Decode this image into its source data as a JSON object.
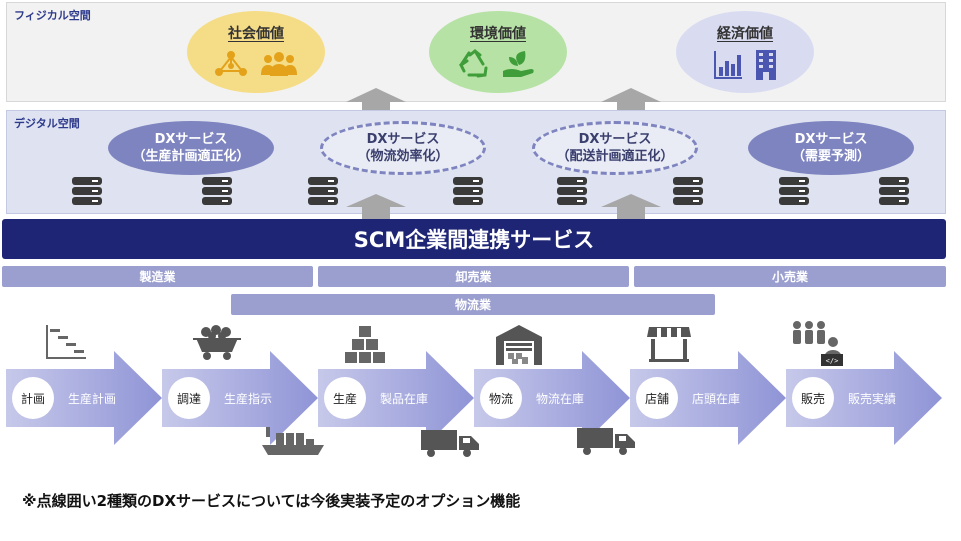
{
  "physical": {
    "label": "フィジカル空間",
    "values": [
      {
        "title": "社会価値",
        "color": "#f5dc86",
        "icons": [
          "network-people-icon",
          "group-people-icon"
        ]
      },
      {
        "title": "環境価値",
        "color": "#b7e2a6",
        "icons": [
          "recycle-icon",
          "plant-hand-icon"
        ]
      },
      {
        "title": "経済価値",
        "color": "#d9dcf1",
        "icons": [
          "bar-chart-icon",
          "building-icon"
        ]
      }
    ]
  },
  "digital": {
    "label": "デジタル空間",
    "services": [
      {
        "line1": "DXサービス",
        "line2": "（生産計画適正化）",
        "style": "solid"
      },
      {
        "line1": "DXサービス",
        "line2": "（物流効率化）",
        "style": "dashed"
      },
      {
        "line1": "DXサービス",
        "line2": "（配送計画適正化）",
        "style": "dashed"
      },
      {
        "line1": "DXサービス",
        "line2": "（需要予測）",
        "style": "solid"
      }
    ]
  },
  "scm": {
    "title": "SCM企業間連携サービス",
    "color": "#1f2575"
  },
  "industries": {
    "manufacturing": "製造業",
    "wholesale": "卸売業",
    "retail": "小売業",
    "logistics": "物流業"
  },
  "steps": [
    {
      "circle": "計画",
      "label": "生産計画",
      "icon": "gantt-chart-icon"
    },
    {
      "circle": "調達",
      "label": "生産指示",
      "icon": "mine-cart-icon"
    },
    {
      "circle": "生産",
      "label": "製品在庫",
      "icon": "boxes-icon"
    },
    {
      "circle": "物流",
      "label": "物流在庫",
      "icon": "warehouse-icon"
    },
    {
      "circle": "店舗",
      "label": "店頭在庫",
      "icon": "store-icon"
    },
    {
      "circle": "販売",
      "label": "販売実績",
      "icon": "people-computer-icon"
    }
  ],
  "note": "※点線囲い2種類のDXサービスについては今後実装予定のオプション機能"
}
